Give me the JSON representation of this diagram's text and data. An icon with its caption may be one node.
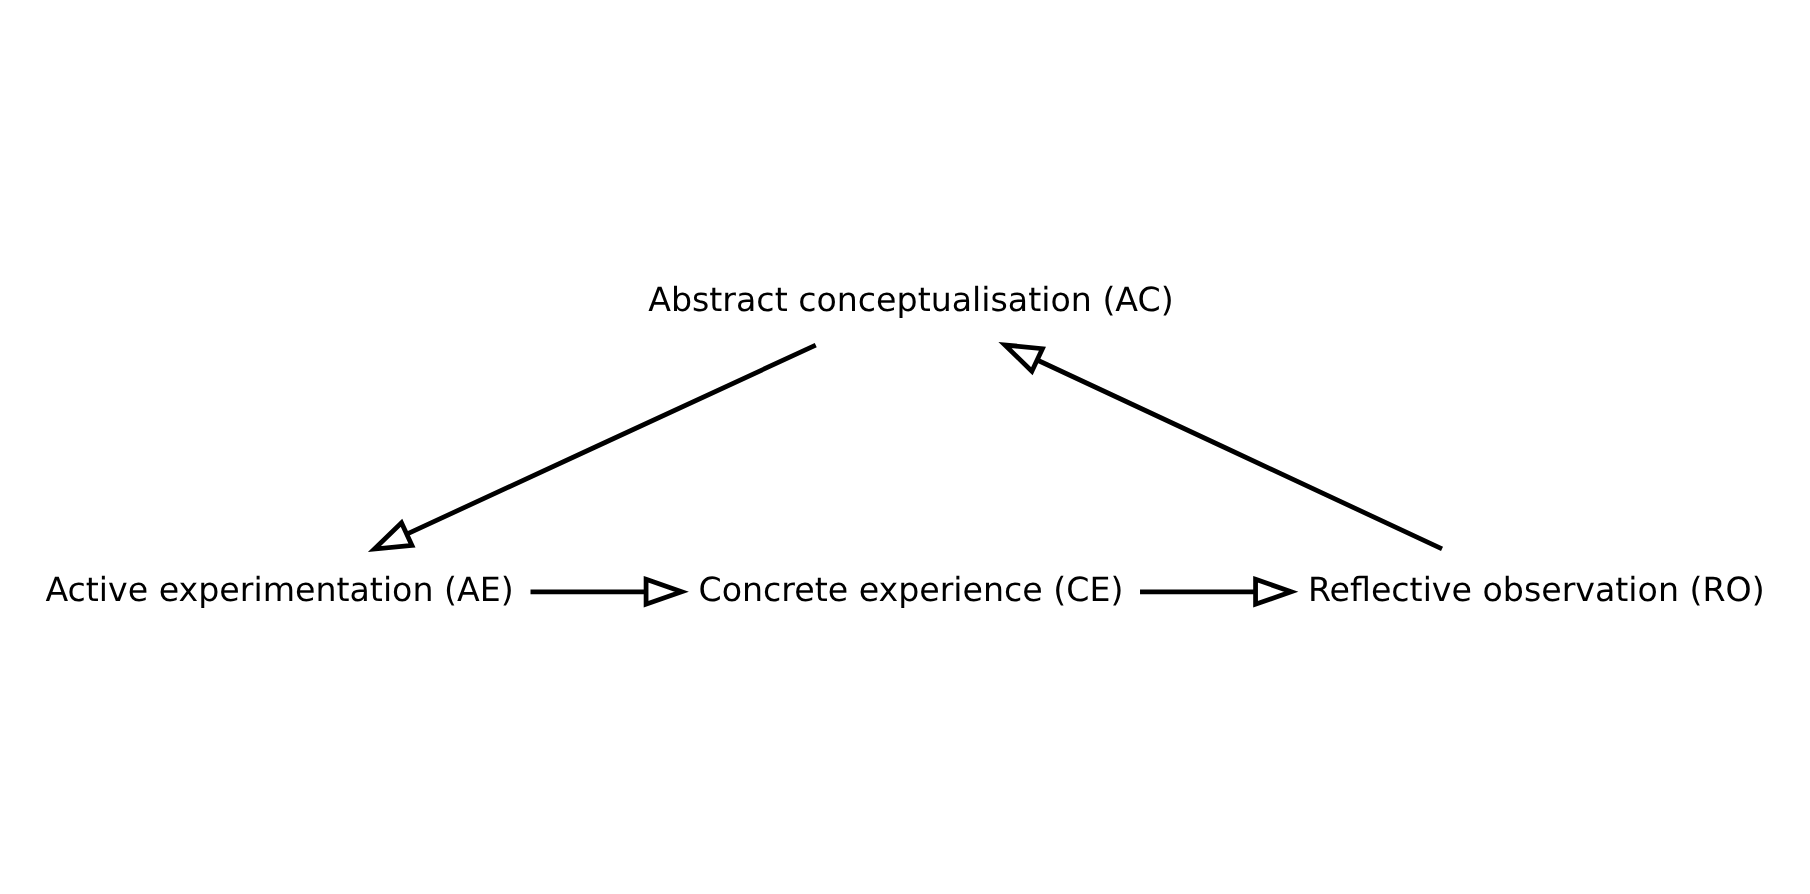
{
  "diagram": {
    "nodes": [
      {
        "text": [
          "Concrete experience (CE)"
        ]
      },
      {
        "text": [
          "Reflective observation (RO)"
        ]
      },
      {
        "text": [
          "Abstract conceptualisation (AC)"
        ]
      },
      {
        "text": [
          "Active experimentation (AE)"
        ]
      }
    ],
    "edges": [
      {
        "from": 0,
        "to": 1,
        "arrow": "to"
      },
      {
        "from": 1,
        "to": 2,
        "arrow": "to"
      },
      {
        "from": 2,
        "to": 3,
        "arrow": "to"
      },
      {
        "from": 3,
        "to": 0,
        "arrow": "to"
      }
    ]
  }
}
